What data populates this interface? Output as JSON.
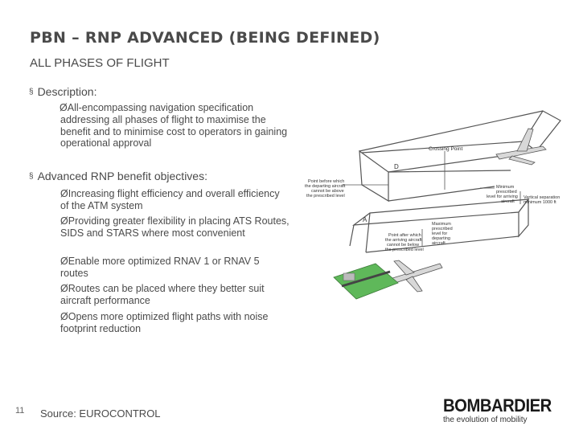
{
  "slide": {
    "title": "PBN – RNP ADVANCED (BEING DEFINED)",
    "subtitle": "ALL PHASES OF FLIGHT",
    "sections": [
      {
        "heading": "Description:",
        "items": [
          "All-encompassing navigation specification addressing all phases of flight to maximise the benefit and to minimise cost to operators in gaining operational approval"
        ]
      },
      {
        "heading": "Advanced RNP benefit objectives:",
        "items": [
          "Increasing flight efficiency and overall efficiency of the ATM system",
          "Providing greater flexibility in placing ATS Routes, SIDS and STARS where most convenient",
          "Enable more optimized RNAV 1 or RNAV 5 routes",
          "Routes can be placed where they better suit aircraft performance",
          "Opens more optimized flight paths with noise footprint reduction"
        ]
      }
    ],
    "bullet_symbol": "§",
    "arrow_symbol": "Ø",
    "page_number": "11",
    "source": "Source: EUROCONTROL"
  },
  "logo": {
    "name": "BOMBARDIER",
    "tagline": "the evolution of mobility"
  },
  "diagram": {
    "labels": {
      "crossing_point": "Crossing Point",
      "d": "D",
      "a": "A",
      "departing_line1": "Point before which",
      "departing_line2": "the departing aircraft",
      "departing_line3": "cannot be above",
      "departing_line4": "the prescribed level",
      "min_line1": "Minimum",
      "min_line2": "prescribed",
      "min_line3": "level for arriving",
      "min_line4": "aircraft",
      "vert_line1": "Vertical separation",
      "vert_line2": "minimum 1000 ft",
      "max_line1": "Maximum",
      "max_line2": "prescribed",
      "max_line3": "level for",
      "max_line4": "departing",
      "max_line5": "aircraft",
      "arriving_line1": "Point after which",
      "arriving_line2": "the arriving aircraft",
      "arriving_line3": "cannot be below",
      "arriving_line4": "the prescribed level"
    }
  }
}
